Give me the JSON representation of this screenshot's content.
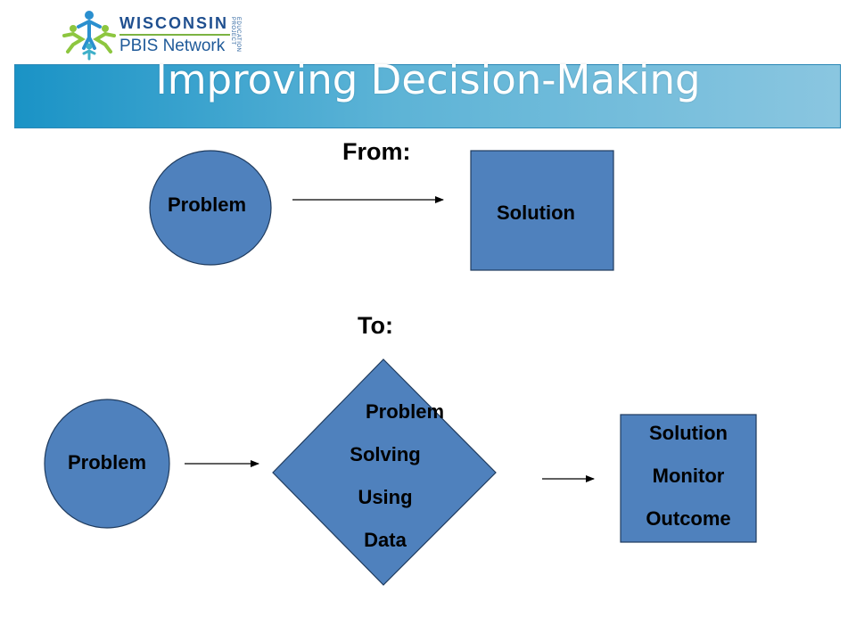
{
  "logo": {
    "line1": "WISCONSIN",
    "line2": "PBIS Network",
    "vertical_text": "EDUCATION PROJECT"
  },
  "title": "Improving Decision-Making",
  "from_section": {
    "heading": "From:",
    "problem_label": "Problem",
    "solution_label": "Solution"
  },
  "to_section": {
    "heading": "To:",
    "problem_label": "Problem",
    "process_lines": [
      "Problem",
      "Solving",
      "Using",
      "Data"
    ],
    "outcome_lines": [
      "Solution",
      "Monitor",
      "Outcome"
    ]
  },
  "colors": {
    "shape_fill": "#4f81bd",
    "shape_stroke": "#1f3b5e",
    "logo_green": "#7cb342",
    "logo_blue": "#1f5a99"
  }
}
